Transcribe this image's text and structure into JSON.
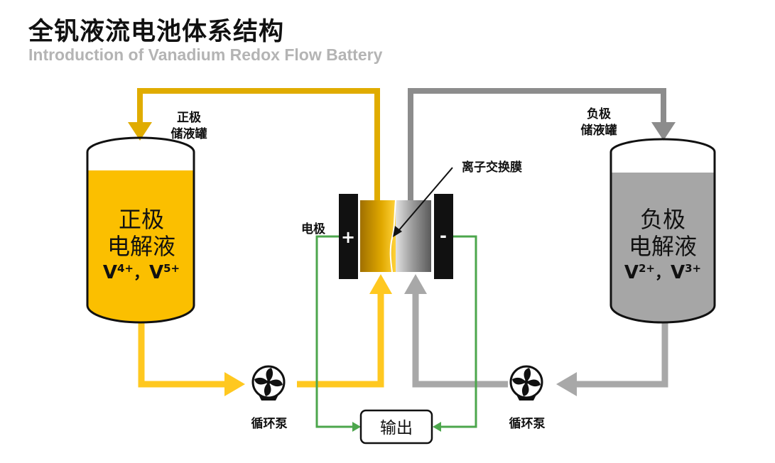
{
  "header": {
    "title": "全钒液流电池体系结构",
    "subtitle": "Introduction of Vanadium Redox Flow Battery"
  },
  "positive_tank": {
    "label_line1": "正极",
    "label_line2": "储液罐",
    "content_line1": "正极",
    "content_line2": "电解液",
    "ion1_base": "V",
    "ion1_charge": "4+",
    "separator": "，",
    "ion2_base": "V",
    "ion2_charge": "5+"
  },
  "negative_tank": {
    "label_line1": "负极",
    "label_line2": "储液罐",
    "content_line1": "负极",
    "content_line2": "电解液",
    "ion1_base": "V",
    "ion1_charge": "2+",
    "separator": "，",
    "ion2_base": "V",
    "ion2_charge": "3+"
  },
  "cell": {
    "membrane_label": "离子交换膜",
    "electrode_label": "电极",
    "positive_sign": "+",
    "negative_sign": "-"
  },
  "pumps": {
    "left_label": "循环泵",
    "right_label": "循环泵"
  },
  "output": {
    "label": "输出"
  },
  "colors": {
    "positive_flow": "#f5c518",
    "positive_dark": "#e0ac00",
    "positive_fill": "#fbbf00",
    "negative_flow": "#a8a8a8",
    "negative_dark": "#8c8c8c",
    "negative_fill": "#a6a6a6",
    "wire": "#4ca64c",
    "electrode": "#111111"
  }
}
